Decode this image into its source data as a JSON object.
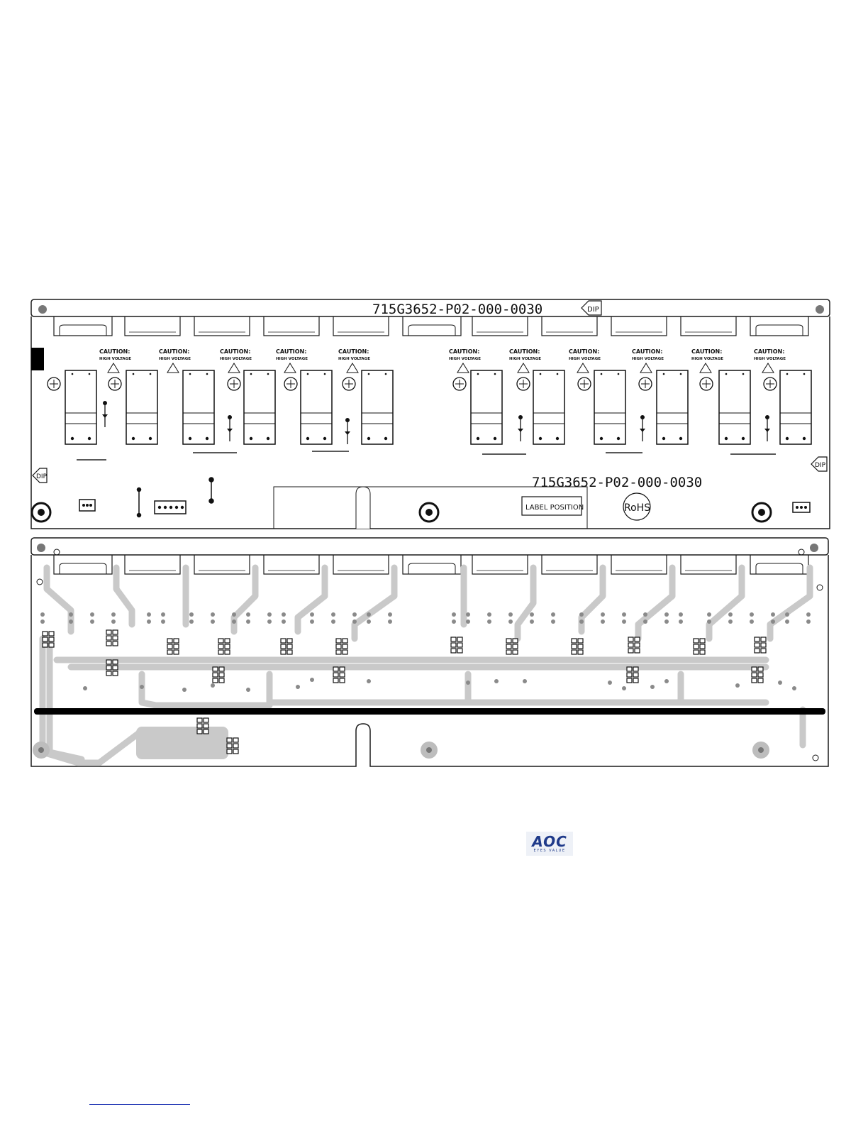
{
  "board": {
    "part_number_top": "715G3652-P02-000-0030",
    "part_number_mid": "715G3652-P02-000-0030",
    "dip_label": "DIP",
    "label_position": "LABEL POSITION",
    "rohs": "RoHS"
  },
  "caution": {
    "line1": "CAUTION:",
    "line2": "HIGH VOLTAGE"
  },
  "logo": {
    "brand": "AOC",
    "tagline": "EYES VALUE",
    "color": "#1f3a8a"
  },
  "colors": {
    "outline": "#1a1a1a",
    "trace": "#c9c9c9",
    "pad": "#8a8a8a",
    "bus": "#000000"
  }
}
